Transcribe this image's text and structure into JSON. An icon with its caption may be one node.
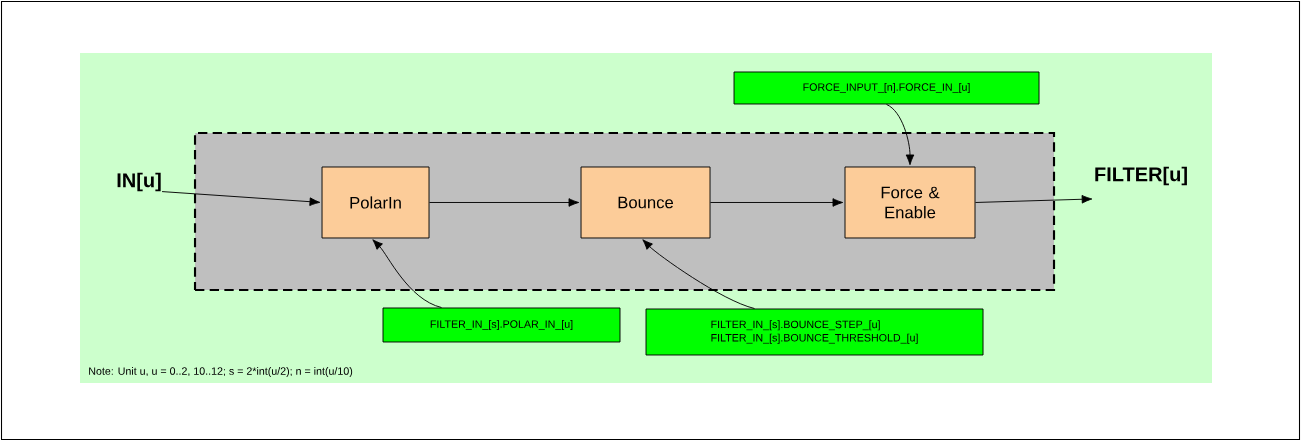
{
  "diagram": {
    "nodes": [
      {
        "text": [],
        "shape": "box"
      },
      {
        "text": [
          "PolarIn"
        ],
        "in": 0
      },
      {
        "text": [
          "Bounce"
        ],
        "in": 0
      },
      {
        "text": [
          "Force & Enable"
        ],
        "in": 0
      },
      {
        "text": [
          "FORCE_INPUT_[n].FORCE_IN_[u]"
        ]
      },
      {
        "text": [
          "FILTER_IN_[s].POLAR_IN_[u]"
        ]
      },
      {
        "text": [
          "FILTER_IN_[s].BOUNCE_STEP_[u]",
          "FILTER_IN_[s].BOUNCE_THRESHOLD_[u]"
        ]
      },
      {
        "text": [
          "IN[u]"
        ]
      },
      {
        "text": [
          "FILTER[u]"
        ]
      }
    ],
    "edges": [
      {
        "from": 7,
        "to": 1,
        "arrow": "to"
      },
      {
        "from": 1,
        "to": 2,
        "arrow": "to"
      },
      {
        "from": 2,
        "to": 3,
        "arrow": "to"
      },
      {
        "from": 3,
        "to": 8,
        "arrow": "to"
      },
      {
        "from": 4,
        "to": 3,
        "arrow": "to"
      },
      {
        "from": 5,
        "to": 1,
        "arrow": "to"
      },
      {
        "from": 6,
        "to": 2,
        "arrow": "to"
      }
    ],
    "labels": [
      "Note: Unit u, u = 0..2, 10..12; s = 2*int(u/2); n = int(u/10)"
    ]
  }
}
